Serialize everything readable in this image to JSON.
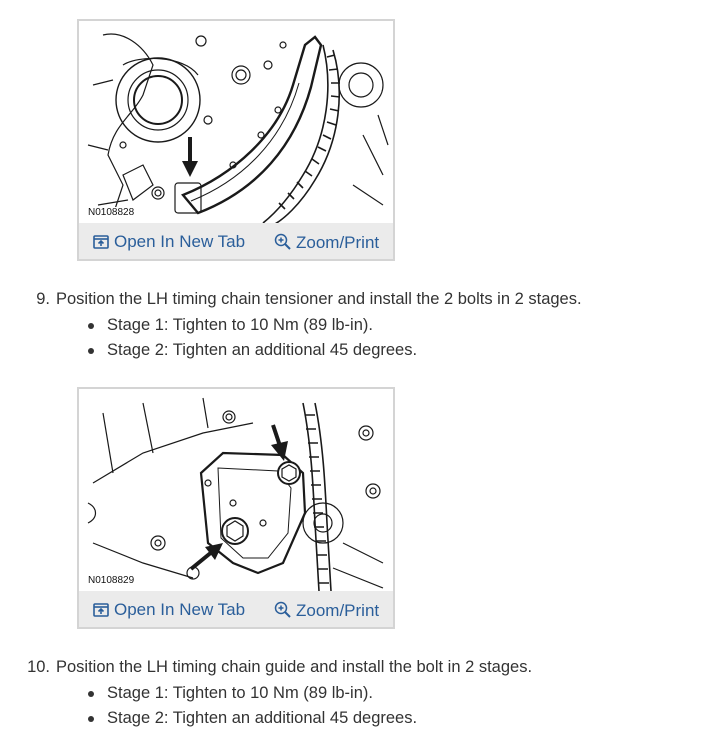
{
  "figures": [
    {
      "code": "N0108828",
      "open_label": "Open In New Tab",
      "zoom_label": "Zoom/Print"
    },
    {
      "code": "N0108829",
      "open_label": "Open In New Tab",
      "zoom_label": "Zoom/Print"
    }
  ],
  "steps": [
    {
      "number": "9.",
      "text": "Position the LH timing chain tensioner and install the 2 bolts in 2 stages.",
      "items": [
        "Stage 1: Tighten to 10 Nm (89 lb-in).",
        "Stage 2: Tighten an additional 45 degrees."
      ]
    },
    {
      "number": "10.",
      "text": "Position the LH timing chain guide and install the bolt in 2 stages.",
      "items": [
        "Stage 1: Tighten to 10 Nm (89 lb-in).",
        "Stage 2: Tighten an additional 45 degrees."
      ]
    }
  ],
  "colors": {
    "link": "#2a5e9a",
    "toolbar": "#ebebeb",
    "border": "#d4d4d4",
    "text": "#333333"
  }
}
